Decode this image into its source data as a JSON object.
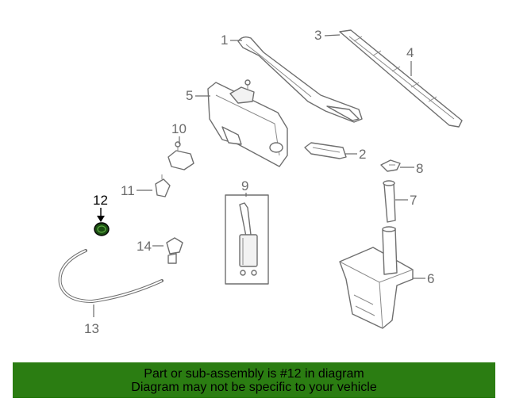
{
  "diagram": {
    "callouts": [
      "1",
      "2",
      "3",
      "4",
      "5",
      "6",
      "7",
      "8",
      "9",
      "10",
      "11",
      "12",
      "13",
      "14"
    ],
    "highlight": "12",
    "colors": {
      "parts": "#6f6f6f",
      "highlight": "#000000",
      "highlight_part": "#1a4d12"
    }
  },
  "banner": {
    "line1": "Part or sub-assembly is #12 in diagram",
    "line2": "Diagram may not be specific to your vehicle",
    "color": "#2b7d12"
  }
}
